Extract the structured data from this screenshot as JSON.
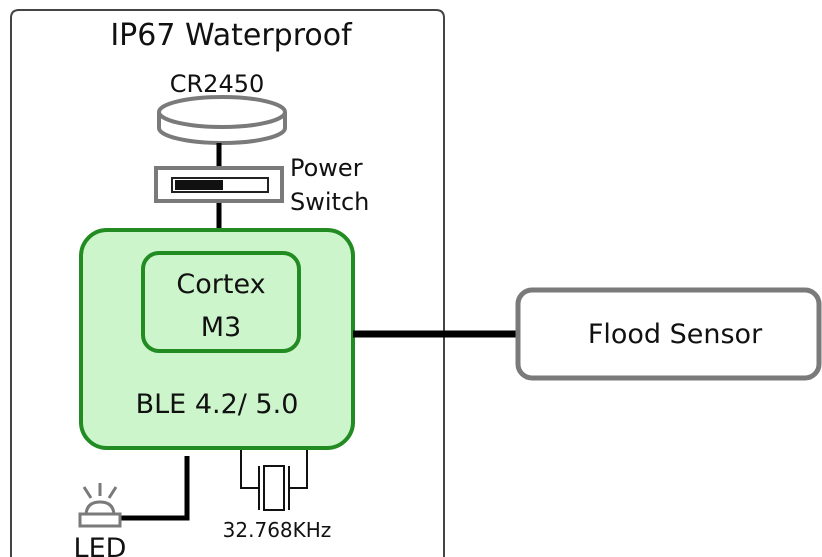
{
  "enclosure": {
    "title": "IP67 Waterproof"
  },
  "battery": {
    "label": "CR2450"
  },
  "power_switch": {
    "label_line1": "Power",
    "label_line2": "Switch"
  },
  "soc": {
    "core_line1": "Cortex",
    "core_line2": "M3",
    "radio_label": "BLE 4.2/ 5.0"
  },
  "sensor": {
    "label": "Flood Sensor"
  },
  "crystal": {
    "label": "32.768KHz"
  },
  "led": {
    "label": "LED"
  },
  "colors": {
    "soc_fill": "#ccf5cc",
    "soc_stroke": "#228b22",
    "component_stroke": "#7a7a7a",
    "enclosure_stroke": "#444444",
    "wire": "#000000"
  }
}
